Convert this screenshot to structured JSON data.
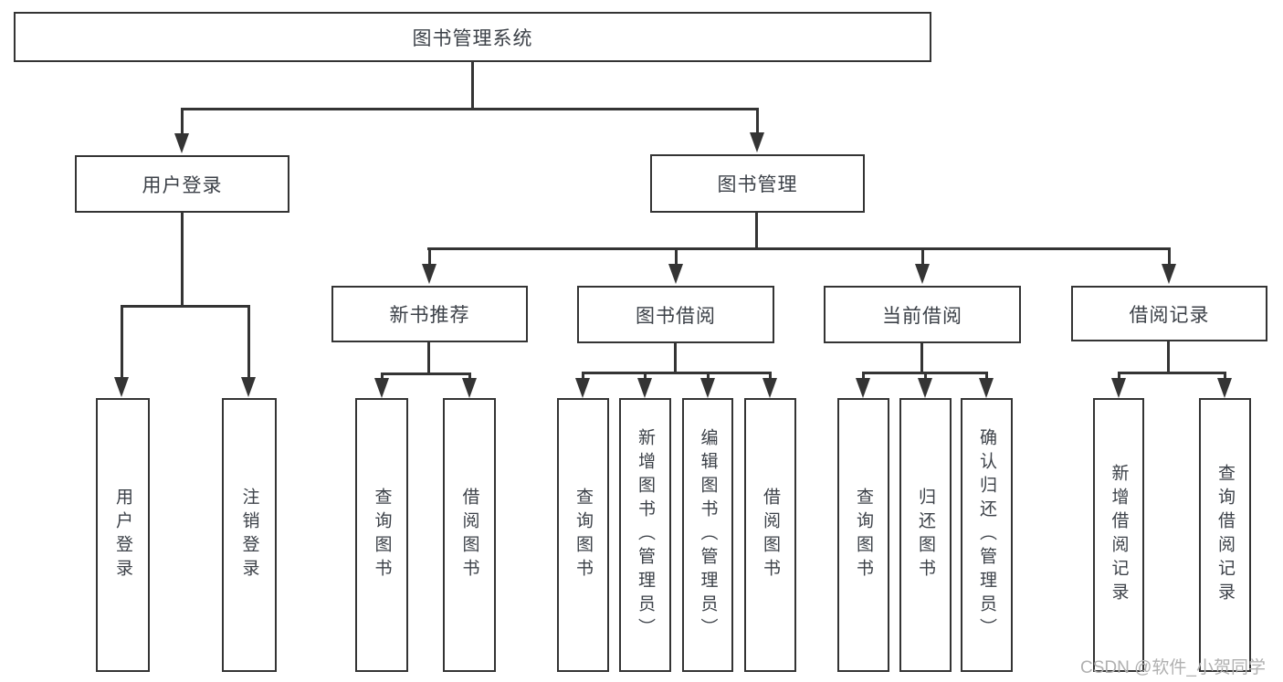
{
  "tree": {
    "label": "图书管理系统",
    "children": [
      {
        "label": "用户登录",
        "children": [
          {
            "label": "用户登录"
          },
          {
            "label": "注销登录"
          }
        ]
      },
      {
        "label": "图书管理",
        "children": [
          {
            "label": "新书推荐",
            "children": [
              {
                "label": "查询图书"
              },
              {
                "label": "借阅图书"
              }
            ]
          },
          {
            "label": "图书借阅",
            "children": [
              {
                "label": "查询图书"
              },
              {
                "label": "新增图书（管理员）"
              },
              {
                "label": "编辑图书（管理员）"
              },
              {
                "label": "借阅图书"
              }
            ]
          },
          {
            "label": "当前借阅",
            "children": [
              {
                "label": "查询图书"
              },
              {
                "label": "归还图书"
              },
              {
                "label": "确认归还（管理员）"
              }
            ]
          },
          {
            "label": "借阅记录",
            "children": [
              {
                "label": "新增借阅记录"
              },
              {
                "label": "查询借阅记录"
              }
            ]
          }
        ]
      }
    ]
  },
  "watermark": {
    "text": "CSDN @软件_小贺同学",
    "color": "#b0b0b0"
  },
  "colors": {
    "line": "#343434",
    "text": "#3c4148",
    "background": "#ffffff"
  }
}
